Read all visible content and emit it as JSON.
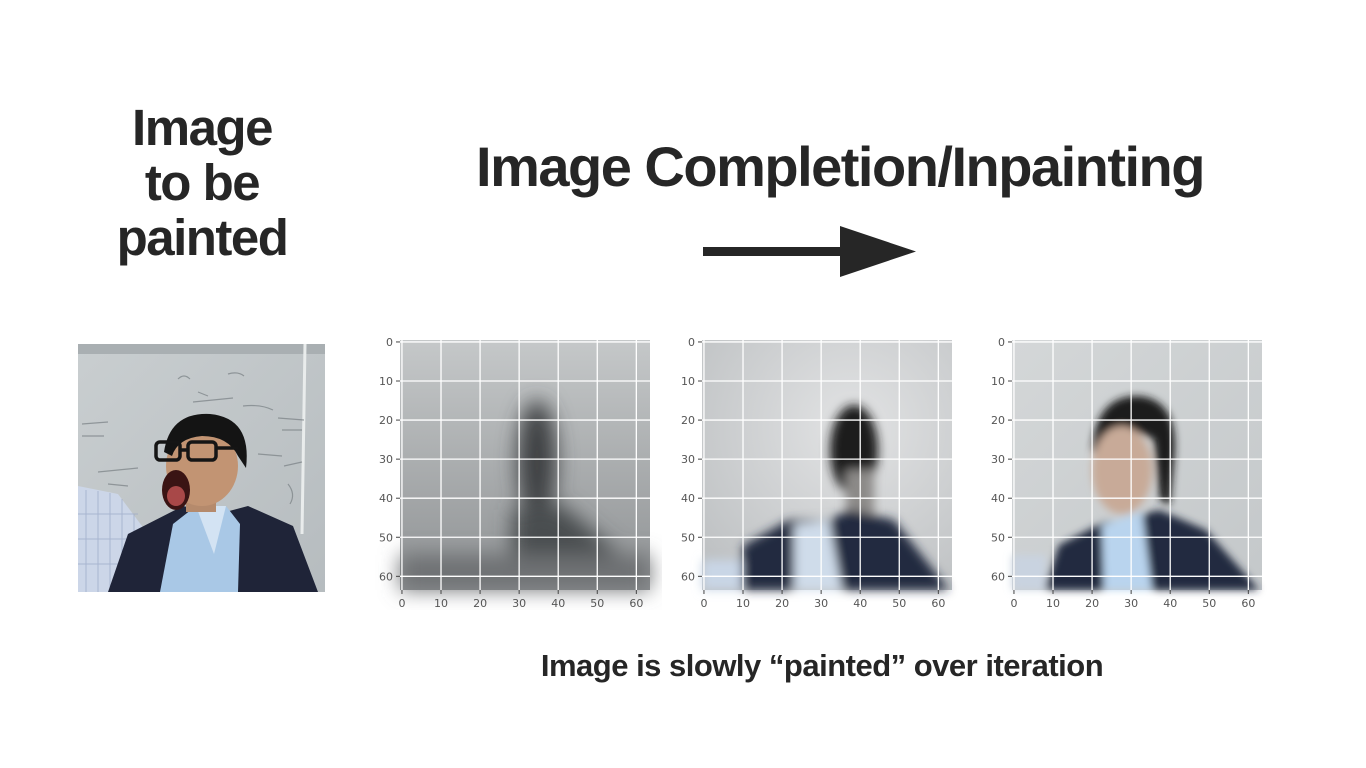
{
  "slide": {
    "left_title_lines": [
      "Image",
      "to be",
      "painted"
    ],
    "main_title": "Image Completion/Inpainting",
    "caption": "Image is slowly “painted” over iteration",
    "arrow_icon": "right-arrow-icon",
    "colors": {
      "text": "#262626",
      "grid": "#ffffff",
      "tick_text": "#555555"
    }
  },
  "plots": [
    {
      "name": "iteration-1",
      "x_ticks": [
        "0",
        "10",
        "20",
        "30",
        "40",
        "50",
        "60"
      ],
      "y_ticks": [
        "0",
        "10",
        "20",
        "30",
        "40",
        "50",
        "60"
      ],
      "x_range": [
        0,
        63
      ],
      "y_range": [
        0,
        63
      ]
    },
    {
      "name": "iteration-2",
      "x_ticks": [
        "0",
        "10",
        "20",
        "30",
        "40",
        "50",
        "60"
      ],
      "y_ticks": [
        "0",
        "10",
        "20",
        "30",
        "40",
        "50",
        "60"
      ],
      "x_range": [
        0,
        63
      ],
      "y_range": [
        0,
        63
      ]
    },
    {
      "name": "iteration-3",
      "x_ticks": [
        "0",
        "10",
        "20",
        "30",
        "40",
        "50",
        "60"
      ],
      "y_ticks": [
        "0",
        "10",
        "20",
        "30",
        "40",
        "50",
        "60"
      ],
      "x_range": [
        0,
        63
      ],
      "y_range": [
        0,
        63
      ]
    }
  ]
}
